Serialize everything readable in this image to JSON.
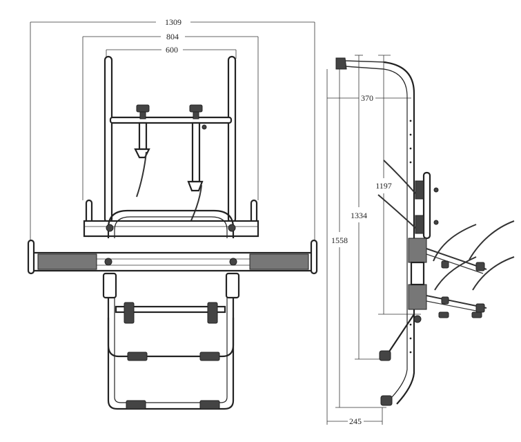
{
  "dimensions": {
    "front_total_width": "1309",
    "front_middle_width": "804",
    "front_inner_width": "600",
    "side_depth_top": "370",
    "side_height_1": "1197",
    "side_height_2": "1334",
    "side_height_total": "1558",
    "side_base_depth": "245"
  },
  "colors": {
    "line": "#222222",
    "background": "#ffffff",
    "shade": "#777777"
  }
}
